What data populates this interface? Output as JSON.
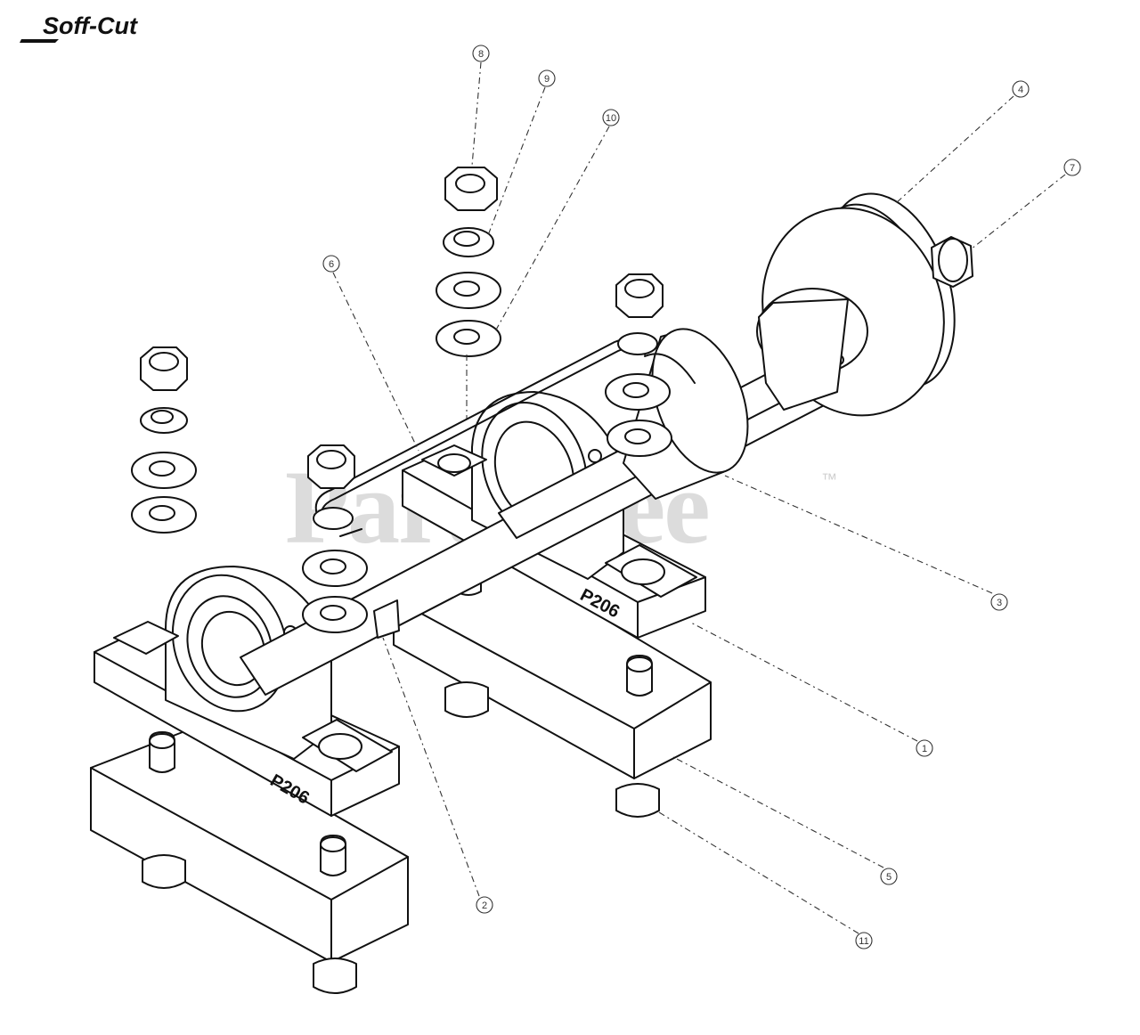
{
  "brand": {
    "logo_text": "Soff-Cut"
  },
  "watermark": {
    "text": "PartsTree",
    "tm": "™"
  },
  "callouts": [
    "8",
    "9",
    "10",
    "6",
    "4",
    "7",
    "3",
    "1",
    "2",
    "5",
    "11"
  ],
  "part_marks": {
    "bearing_left": "P206",
    "bearing_right": "P206"
  }
}
